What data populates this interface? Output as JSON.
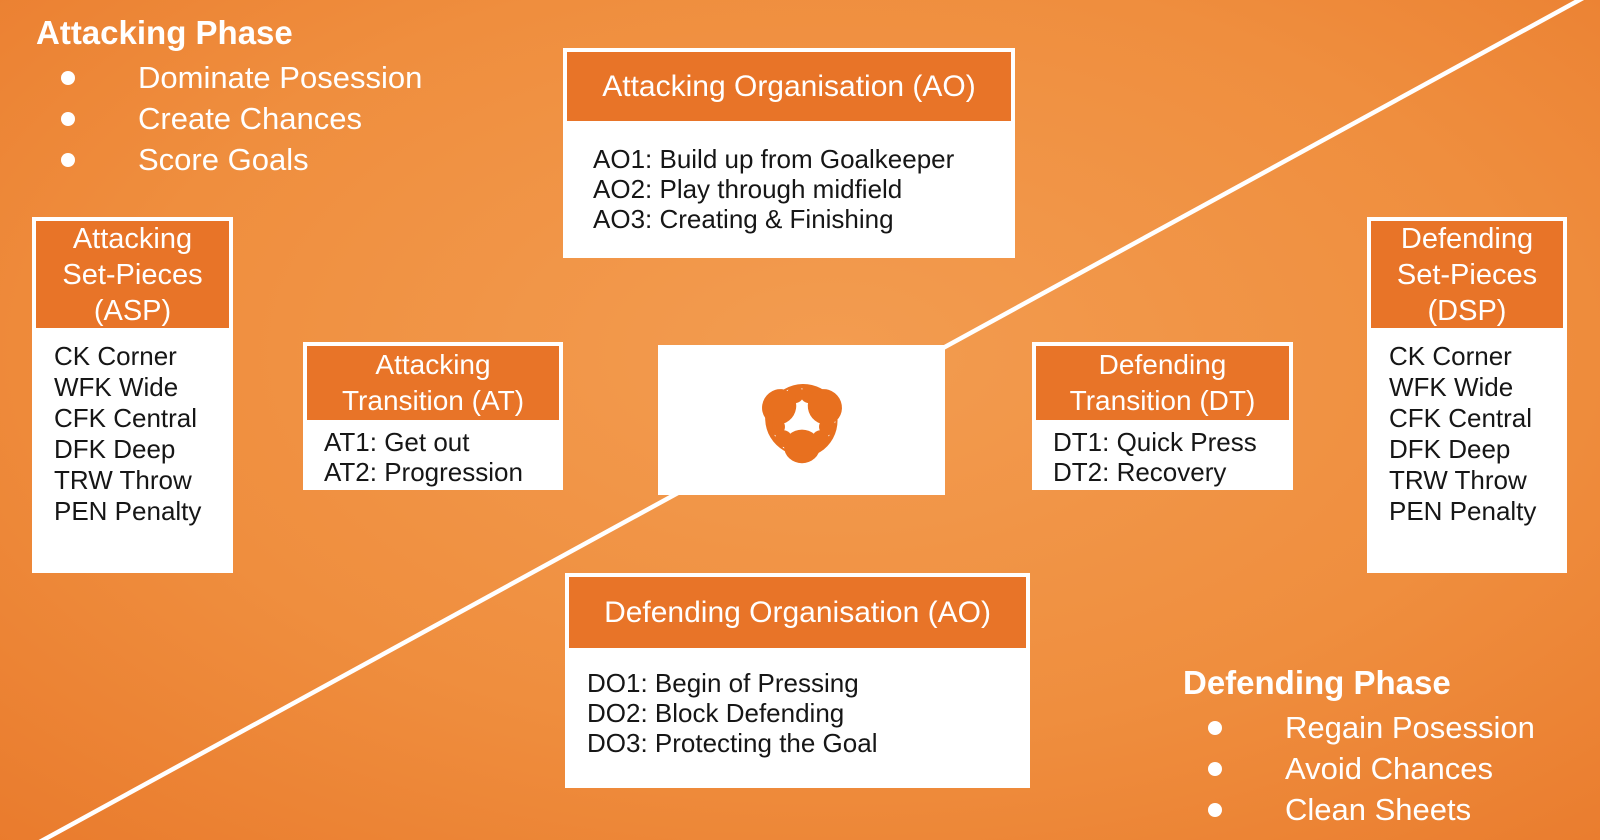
{
  "colors": {
    "background_light": "#f39c50",
    "background_dark": "#e1641e",
    "header_orange": "#e87428",
    "logo_orange": "#e8701f",
    "text_white": "#ffffff",
    "text_dark": "#161616"
  },
  "attacking_phase": {
    "title": "Attacking Phase",
    "bullets": [
      "Dominate Posession",
      "Create Chances",
      "Score Goals"
    ]
  },
  "defending_phase": {
    "title": "Defending Phase",
    "bullets": [
      "Regain Posession",
      "Avoid Chances",
      "Clean Sheets"
    ]
  },
  "boxes": {
    "ao": {
      "title": "Attacking Organisation (AO)",
      "items": [
        "AO1: Build up from Goalkeeper",
        "AO2: Play through midfield",
        "AO3: Creating & Finishing"
      ]
    },
    "asp": {
      "title_lines": [
        "Attacking",
        "Set-Pieces",
        "(ASP)"
      ],
      "items": [
        "CK Corner",
        "WFK Wide",
        "CFK Central",
        "DFK Deep",
        "TRW Throw",
        "PEN Penalty"
      ]
    },
    "at": {
      "title_lines": [
        "Attacking",
        "Transition (AT)"
      ],
      "items": [
        "AT1: Get out",
        "AT2: Progression"
      ]
    },
    "dt": {
      "title_lines": [
        "Defending",
        "Transition (DT)"
      ],
      "items": [
        "DT1: Quick Press",
        "DT2: Recovery"
      ]
    },
    "dsp": {
      "title_lines": [
        "Defending",
        "Set-Pieces",
        "(DSP)"
      ],
      "items": [
        "CK Corner",
        "WFK Wide",
        "CFK Central",
        "DFK Deep",
        "TRW Throw",
        "PEN Penalty"
      ]
    },
    "do": {
      "title": "Defending Organisation (AO)",
      "items": [
        "DO1: Begin of Pressing",
        "DO2: Block Defending",
        "DO3: Protecting the Goal"
      ]
    }
  },
  "center_logo": {
    "icon": "triple-head-crest-icon"
  }
}
